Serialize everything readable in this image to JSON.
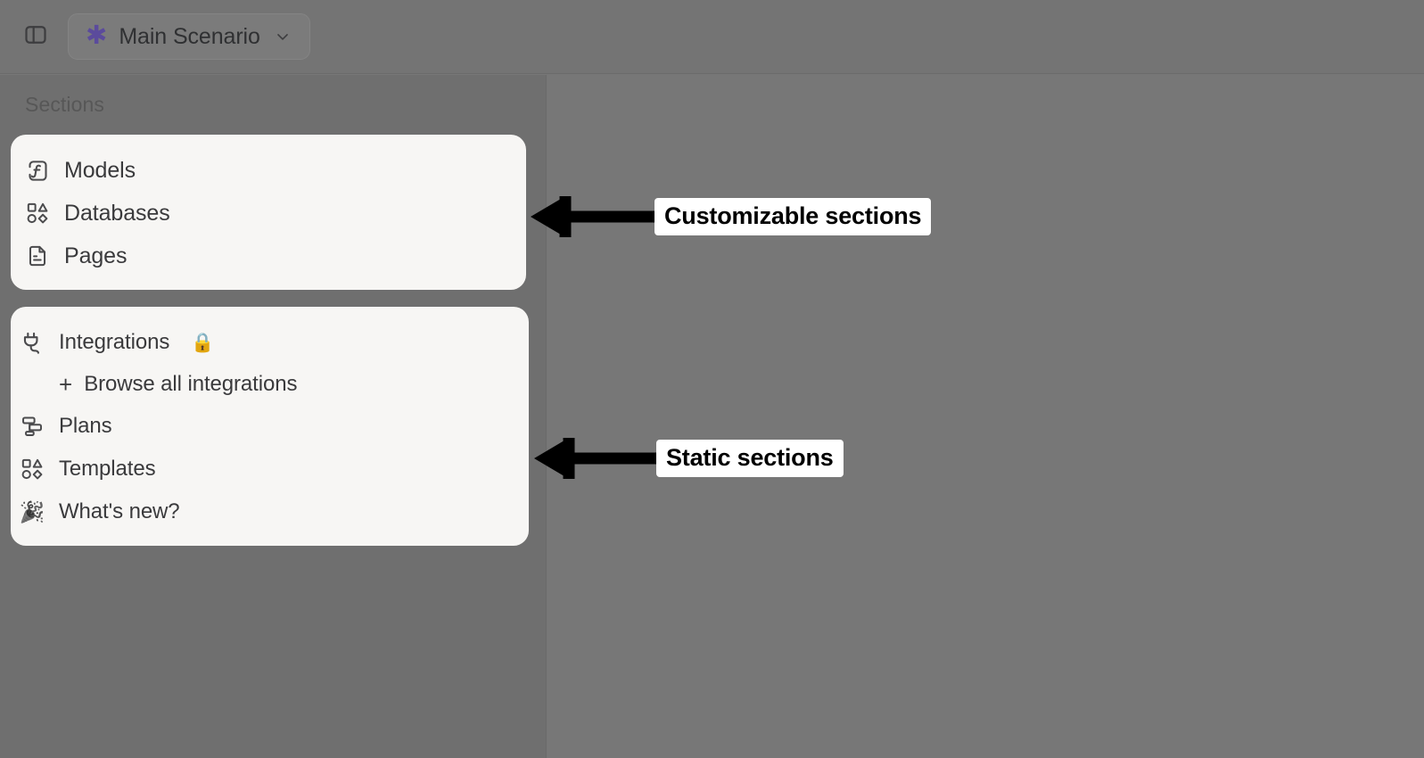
{
  "header": {
    "sidebar_toggle_icon": "sidebar-toggle-icon",
    "scenario": {
      "asterisk_icon": "asterisk-icon",
      "asterisk_color": "#5b4b9c",
      "name": "Main Scenario",
      "chevron_icon": "chevron-down-icon"
    }
  },
  "sidebar": {
    "label": "Sections",
    "cards": [
      {
        "id": "customizable",
        "items": [
          {
            "icon": "function-icon",
            "label": "Models"
          },
          {
            "icon": "shapes-icon",
            "label": "Databases"
          },
          {
            "icon": "document-icon",
            "label": "Pages"
          }
        ]
      },
      {
        "id": "static",
        "items": [
          {
            "icon": "plug-icon",
            "label": "Integrations",
            "badge": "🔒",
            "badge_name": "lock-emoji"
          },
          {
            "icon": "plus-icon",
            "label": "Browse all integrations",
            "sub": true
          },
          {
            "icon": "plans-icon",
            "label": "Plans"
          },
          {
            "icon": "shapes-icon",
            "label": "Templates"
          },
          {
            "icon": "party-popper-icon",
            "label": "What's new?",
            "emoji": "🎉"
          }
        ]
      }
    ]
  },
  "annotations": [
    {
      "id": "customizable",
      "label": "Customizable sections",
      "arrow": "arrow-left"
    },
    {
      "id": "static",
      "label": "Static sections",
      "arrow": "arrow-left"
    }
  ],
  "colors": {
    "overlay": "#777777",
    "sidebar_panel": "#6f6f6f",
    "card": "#f7f6f4",
    "accent_purple": "#5b4b9c",
    "annotation": "#000000"
  }
}
